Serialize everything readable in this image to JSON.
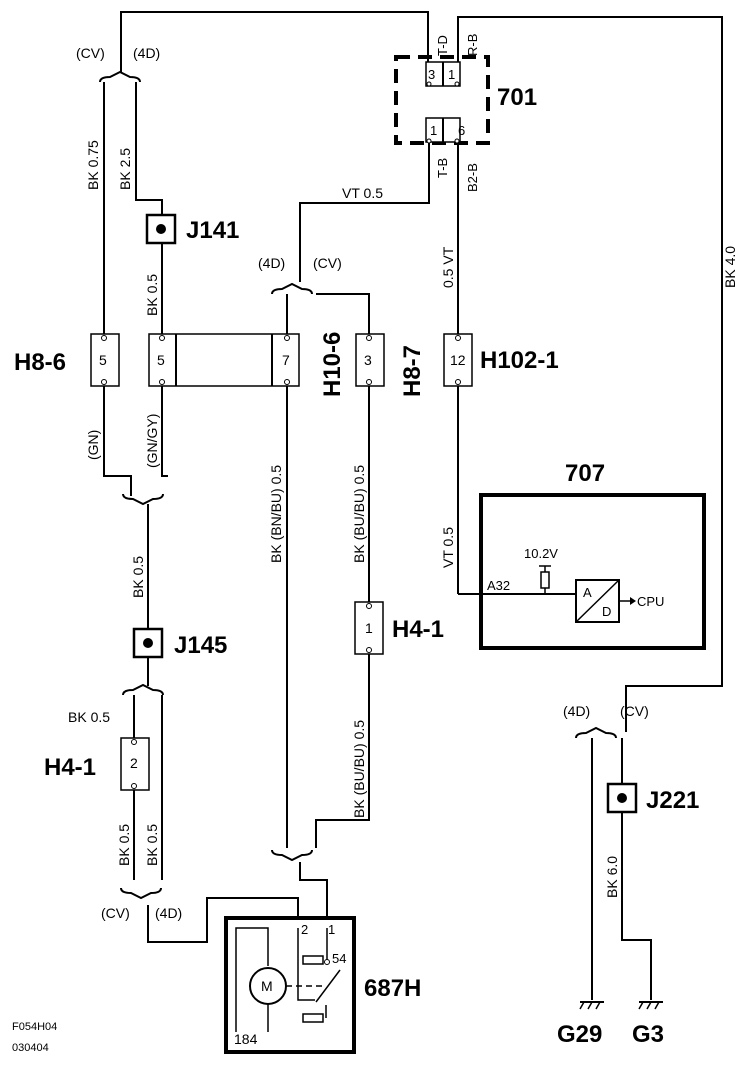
{
  "components": {
    "c701": "701",
    "c707": "707",
    "c687h": "687H",
    "c184": "184",
    "j141": "J141",
    "j145": "J145",
    "j221": "J221",
    "h8_6": "H8-6",
    "h10_6": "H10-6",
    "h8_7": "H8-7",
    "h102_1": "H102-1",
    "h4_1_left": "H4-1",
    "h4_1_mid": "H4-1",
    "g29": "G29",
    "g3": "G3"
  },
  "pins": {
    "p701_3": "3",
    "p701_1a": "1",
    "p701_1b": "1",
    "p701_6": "6",
    "h8_6_5": "5",
    "bar_5": "5",
    "bar_7": "7",
    "h10_6_3": "3",
    "h102_12": "12",
    "h4_1_mid_1": "1",
    "h4_1_left_2": "2",
    "m_2": "2",
    "m_1": "1",
    "m_54": "54"
  },
  "wire_labels": {
    "td": "T-D",
    "rb": "R-B",
    "tb": "T-B",
    "b2b": "B2-B",
    "vt05_top": "VT  0.5",
    "vt05_right": "0.5   VT",
    "bk075": "BK  0.75",
    "bk25": "BK  2.5",
    "bk05_j141": "BK  0.5",
    "bk40": "BK  4.0",
    "gn": "(GN)",
    "gngy": "(GN/GY)",
    "bk05_j145": "BK  0.5",
    "bk_bnbu": "BK  (BN/BU)  0.5",
    "bk_bubu_top": "BK  (BU/BU)  0.5",
    "bk_bubu_bot": "BK  (BU/BU)  0.5",
    "vt05_707": "VT  0.5",
    "bk05_h41": "BK  0.5",
    "bk05_left": "BK  0.5",
    "bk05_right": "BK  0.5",
    "bk60": "BK  6.0"
  },
  "variant_labels": {
    "cv_top": "(CV)",
    "d4_top": "(4D)",
    "d4_mid": "(4D)",
    "cv_mid": "(CV)",
    "d4_g": "(4D)",
    "cv_g": "(CV)",
    "cv_bot": "(CV)",
    "d4_bot": "(4D)"
  },
  "module_707": {
    "voltage": "10.2V",
    "pin": "A32",
    "adc_a": "A",
    "adc_d": "D",
    "cpu": "CPU"
  },
  "motor": {
    "m": "M"
  },
  "footer": {
    "code": "F054H04",
    "date": "030404"
  }
}
